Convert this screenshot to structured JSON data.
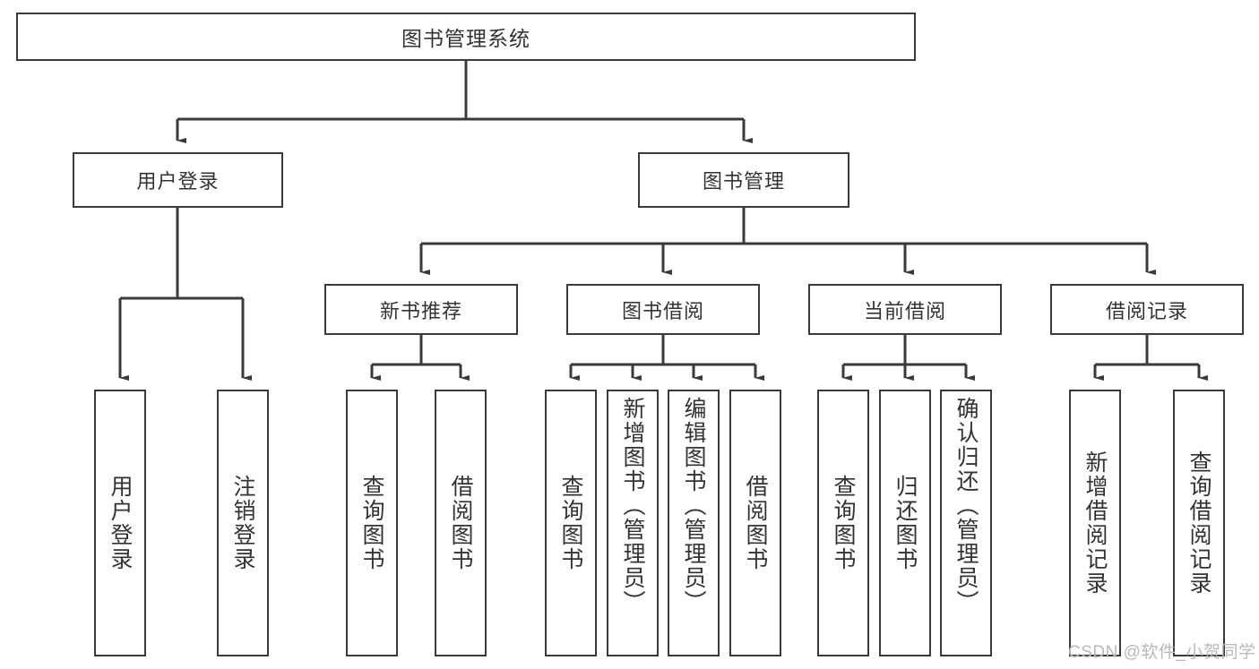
{
  "diagram": {
    "title": "图书管理系统",
    "type": "tree-hierarchy",
    "watermark": "CSDN @软件_小贺同学",
    "colors": {
      "stroke": "#3a3a3a",
      "fill": "#ffffff",
      "text": "#333333",
      "watermark": "#b9b9b9"
    },
    "root": {
      "label": "图书管理系统"
    },
    "level2": [
      {
        "label": "用户登录"
      },
      {
        "label": "图书管理"
      }
    ],
    "level3": [
      {
        "label": "新书推荐"
      },
      {
        "label": "图书借阅"
      },
      {
        "label": "当前借阅"
      },
      {
        "label": "借阅记录"
      }
    ],
    "leaves": {
      "user_login": [
        {
          "label": "用户登录"
        },
        {
          "label": "注销登录"
        }
      ],
      "new_book_recommend": [
        {
          "label": "查询图书"
        },
        {
          "label": "借阅图书"
        }
      ],
      "book_borrow": [
        {
          "label": "查询图书"
        },
        {
          "label": "新增图书（管理员）"
        },
        {
          "label": "编辑图书（管理员）"
        },
        {
          "label": "借阅图书"
        }
      ],
      "current_borrow": [
        {
          "label": "查询图书"
        },
        {
          "label": "归还图书"
        },
        {
          "label": "确认归还（管理员）"
        }
      ],
      "borrow_record": [
        {
          "label": "新增借阅记录"
        },
        {
          "label": "查询借阅记录"
        }
      ]
    }
  }
}
